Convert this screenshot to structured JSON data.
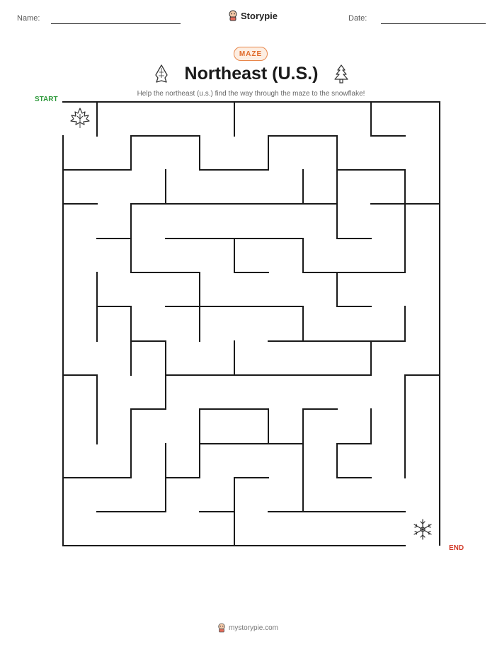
{
  "header": {
    "name_label": "Name:",
    "date_label": "Date:",
    "brand": "Storypie"
  },
  "worksheet": {
    "tag": "MAZE",
    "title": "Northeast (U.S.)",
    "subtitle": "Help the northeast (u.s.) find the way through the maze to the snowflake!",
    "start_label": "START",
    "end_label": "END"
  },
  "icons": {
    "brand": "storypie-mascot-icon",
    "left_title": "arrowhead-icon",
    "right_title": "pine-tree-icon",
    "start": "maple-leaf-icon",
    "goal": "snowflake-icon"
  },
  "colors": {
    "start": "#2f9a3c",
    "end": "#d23a2a",
    "tag": "#e06a2a"
  },
  "footer": {
    "site": "mystorypie.com"
  }
}
